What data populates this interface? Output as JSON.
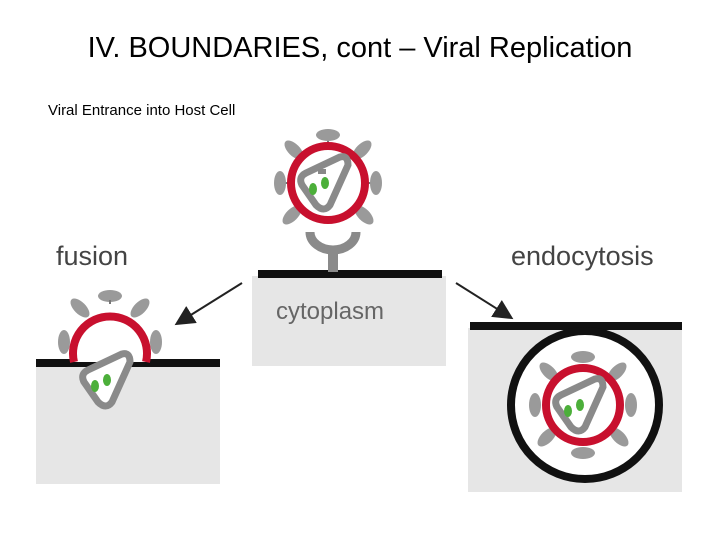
{
  "slide": {
    "title": "IV. BOUNDARIES, cont – Viral Replication",
    "subtitle": "Viral Entrance into Host Cell"
  },
  "diagram": {
    "labels": {
      "fusion": "fusion",
      "cytoplasm": "cytoplasm",
      "endocytosis": "endocytosis"
    },
    "colors": {
      "envelope": "#c8102e",
      "membrane": "#111111",
      "cell": "#e6e6e6",
      "spike": "#9a9a9a",
      "capsid": "#8a8a8a",
      "genome": "#4caf3a"
    }
  }
}
